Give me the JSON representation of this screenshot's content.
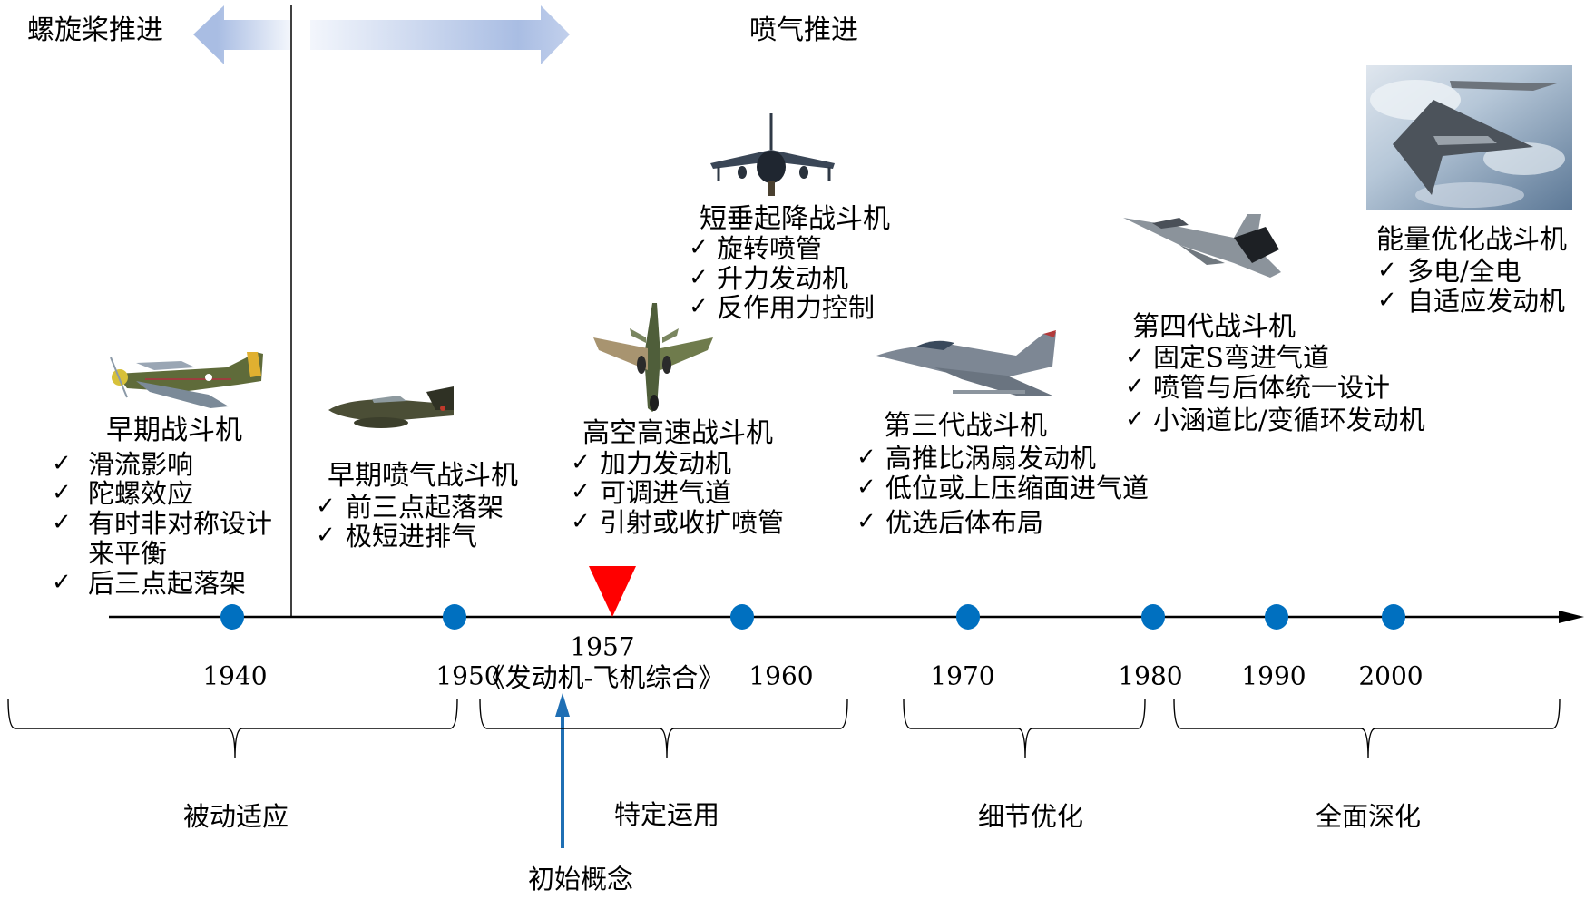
{
  "header": {
    "propeller_label": "螺旋桨推进",
    "jet_label": "喷气推进"
  },
  "colors": {
    "axis": "#000000",
    "milestone_dot": "#0070c0",
    "marker_triangle": "#ff0000",
    "concept_arrow": "#1f6fb4",
    "era_arrow": "#a9bde3"
  },
  "timeline": {
    "years": [
      "1940",
      "1950",
      "1960",
      "1970",
      "1980",
      "1990",
      "2000"
    ],
    "marker_year": "1957",
    "marker_event": "《发动机-飞机综合》",
    "concept_label": "初始概念"
  },
  "stages": [
    {
      "label": "被动适应"
    },
    {
      "label": "特定运用"
    },
    {
      "label": "细节优化"
    },
    {
      "label": "全面深化"
    }
  ],
  "aircraft": [
    {
      "title": "早期战斗机",
      "image": "propeller-fighter-image",
      "features": [
        "滑流影响",
        "陀螺效应",
        "有时非对称设计",
        "来平衡",
        "后三点起落架"
      ]
    },
    {
      "title": "早期喷气战斗机",
      "image": "early-jet-image",
      "features": [
        "前三点起落架",
        "极短进排气"
      ]
    },
    {
      "title": "高空高速战斗机",
      "image": "high-speed-fighter-image",
      "features": [
        "加力发动机",
        "可调进气道",
        "引射或收扩喷管"
      ]
    },
    {
      "title": "短垂起降战斗机",
      "image": "vstol-fighter-image",
      "features": [
        "旋转喷管",
        "升力发动机",
        "反作用力控制"
      ]
    },
    {
      "title": "第三代战斗机",
      "image": "third-gen-fighter-image",
      "features": [
        "高推比涡扇发动机",
        "低位或上压缩面进气道",
        "优选后体布局"
      ]
    },
    {
      "title": "第四代战斗机",
      "image": "fourth-gen-fighter-image",
      "features": [
        "固定S弯进气道",
        "喷管与后体统一设计",
        "小涵道比/变循环发动机"
      ]
    },
    {
      "title": "能量优化战斗机",
      "image": "energy-optimized-fighter-image",
      "features": [
        "多电/全电",
        "自适应发动机"
      ]
    }
  ],
  "check_symbol": "✓"
}
